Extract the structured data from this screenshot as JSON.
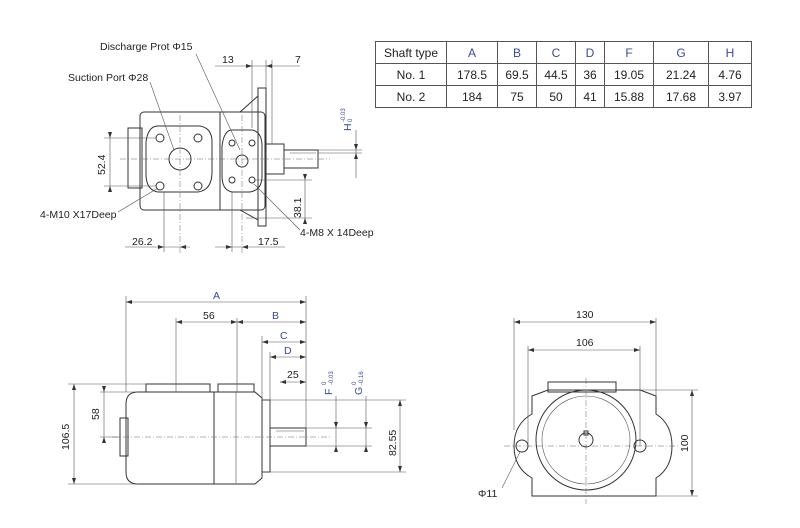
{
  "table": {
    "headers": [
      "Shaft type",
      "A",
      "B",
      "C",
      "D",
      "F",
      "G",
      "H"
    ],
    "rows": [
      {
        "label": "No. 1",
        "values": [
          "178.5",
          "69.5",
          "44.5",
          "36",
          "19.05",
          "21.24",
          "4.76"
        ]
      },
      {
        "label": "No. 2",
        "values": [
          "184",
          "75",
          "50",
          "41",
          "15.88",
          "17.68",
          "3.97"
        ]
      }
    ]
  },
  "labels": {
    "discharge": "Discharge Prot Φ15",
    "suction": "Suction Port Φ28",
    "m10": "4-M10 X17Deep",
    "m8": "4-M8 X 14Deep",
    "dim13": "13",
    "dim7": "7",
    "dim52_4": "52.4",
    "dim38_1": "38.1",
    "dim26_2": "26.2",
    "dim17_5": "17.5",
    "H": "H",
    "H_up": "-0.03",
    "H_low": "0",
    "A": "A",
    "B": "B",
    "C": "C",
    "D": "D",
    "dim56": "56",
    "dim25": "25",
    "F": "F",
    "F_up": "0",
    "F_low": "-0.03",
    "G": "G",
    "G_up": "0",
    "G_low": "-0.16",
    "dim58": "58",
    "dim106_5": "106.5",
    "dim82_55": "82.55",
    "dim130": "130",
    "dim106": "106",
    "dim100": "100",
    "phi11": "Φ11"
  }
}
